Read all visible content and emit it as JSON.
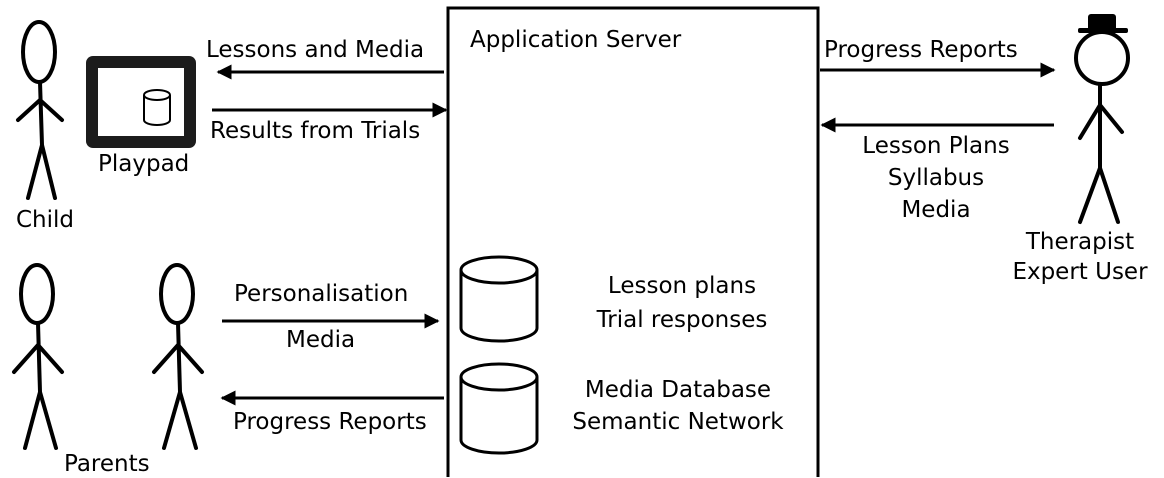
{
  "server": {
    "title": "Application Server"
  },
  "actors": {
    "child": "Child",
    "playpad": "Playpad",
    "parents": "Parents",
    "therapist": [
      "Therapist",
      "Expert User"
    ]
  },
  "arrows": {
    "lessons_media": "Lessons and Media",
    "results_trials": "Results from Trials",
    "personalisation": "Personalisation",
    "media": "Media",
    "progress_parents": "Progress Reports",
    "progress_therapist": "Progress Reports",
    "therapist_inputs": [
      "Lesson Plans",
      "Syllabus",
      "Media"
    ]
  },
  "databases": {
    "lesson_db": [
      "Lesson plans",
      "Trial responses"
    ],
    "media_db": [
      "Media Database",
      "Semantic Network"
    ]
  }
}
